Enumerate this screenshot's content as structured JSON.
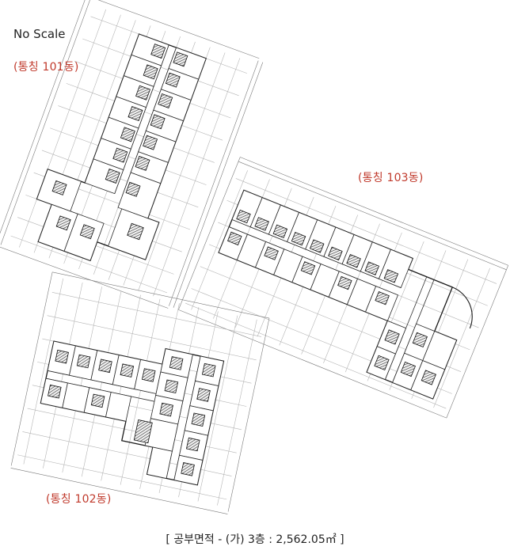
{
  "scale_note": "No Scale",
  "accent_color": "#c0392b",
  "buildings": [
    {
      "id": "101",
      "label": "(통칭 101동)"
    },
    {
      "id": "102",
      "label": "(통칭 102동)"
    },
    {
      "id": "103",
      "label": "(통칭 103동)"
    }
  ],
  "caption": "[ 공부면적 - (가) 3층 : 2,562.05㎡ ]"
}
